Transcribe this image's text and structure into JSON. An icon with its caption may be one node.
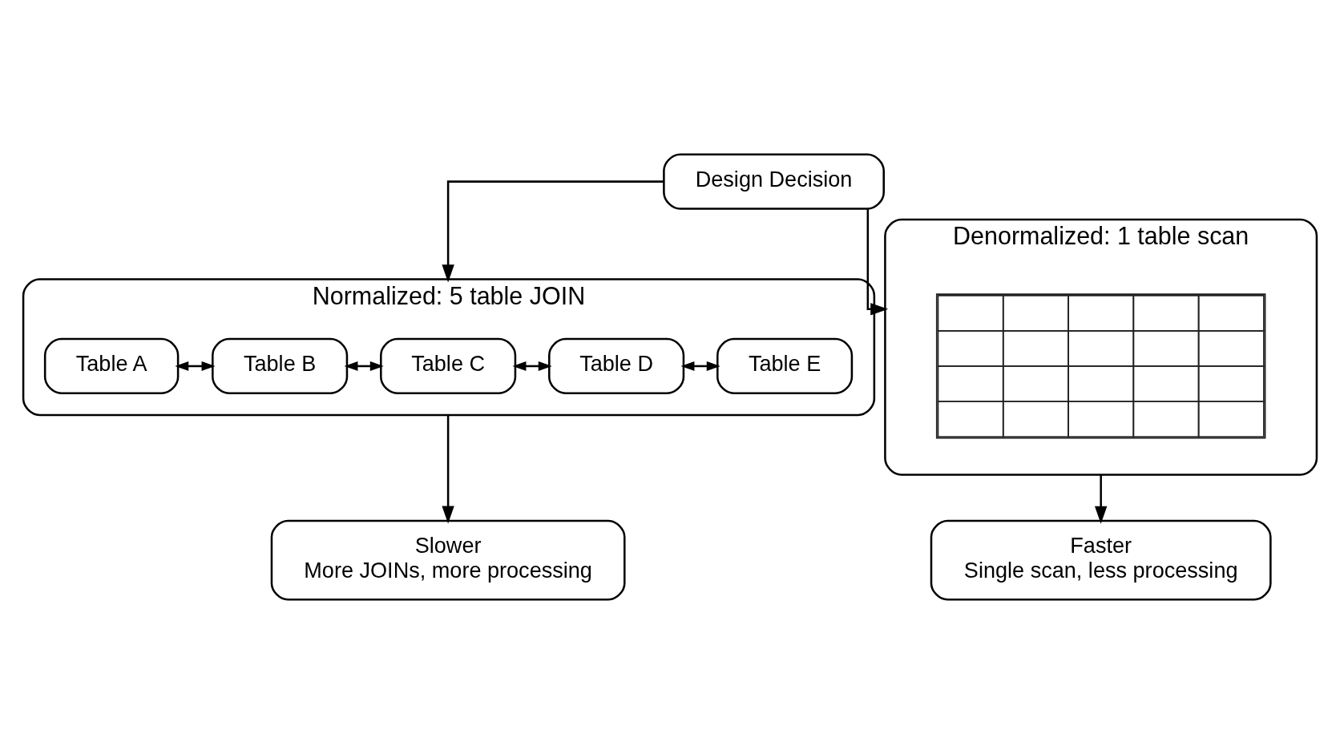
{
  "diagram": {
    "nodes": [
      {
        "text": [
          "Design Decision"
        ]
      },
      {
        "text": [
          "Normalized: 5 table JOIN"
        ]
      },
      {
        "text": [
          "Table A"
        ],
        "in": 1
      },
      {
        "text": [
          "Table B"
        ],
        "in": 1
      },
      {
        "text": [
          "Table C"
        ],
        "in": 1
      },
      {
        "text": [
          "Table D"
        ],
        "in": 1
      },
      {
        "text": [
          "Table E"
        ],
        "in": 1
      },
      {
        "text": [
          "Denormalized: 1 table scan"
        ]
      },
      {
        "text": [],
        "shape": "grid",
        "in": 7
      },
      {
        "text": [
          "Slower",
          "More JOINs, more processing"
        ]
      },
      {
        "text": [
          "Faster",
          "Single scan, less processing"
        ]
      }
    ],
    "edges": [
      {
        "from": 0,
        "to": 1,
        "arrow": "to"
      },
      {
        "from": 0,
        "to": 7,
        "arrow": "to"
      },
      {
        "from": 2,
        "to": 3,
        "arrow": "both"
      },
      {
        "from": 3,
        "to": 4,
        "arrow": "both"
      },
      {
        "from": 4,
        "to": 5,
        "arrow": "both"
      },
      {
        "from": 5,
        "to": 6,
        "arrow": "both"
      },
      {
        "from": 1,
        "to": 9,
        "arrow": "to"
      },
      {
        "from": 7,
        "to": 10,
        "arrow": "to"
      }
    ]
  }
}
